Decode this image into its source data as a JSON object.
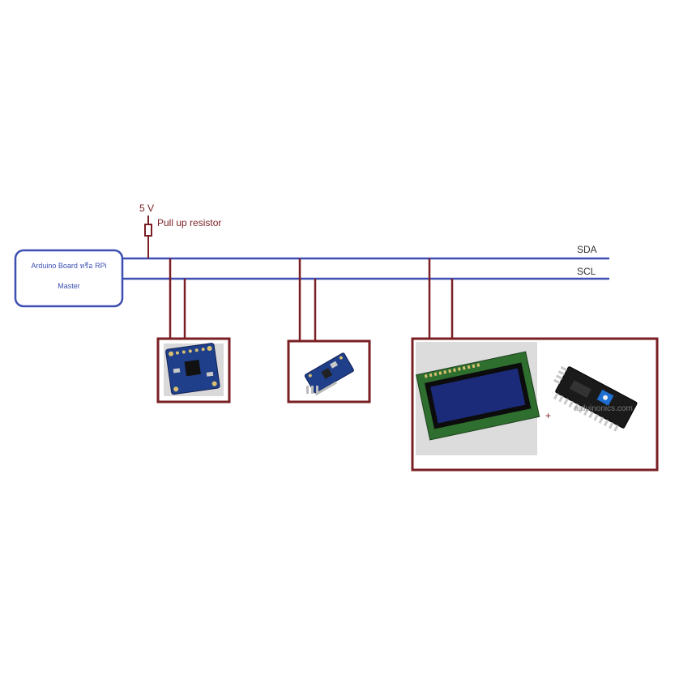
{
  "colors": {
    "bus": "#3d4fb3",
    "wire": "#7a1f24",
    "frame": "#7a1f24",
    "master_border": "#3d4fb3",
    "label": "#333333",
    "pullup_text": "#7a1f24",
    "module_pcb": "#1f3f8a",
    "lcd_screen": "#1c2a7a"
  },
  "master": {
    "line1": "Arduino Board หรือ RPi",
    "line2": "Master"
  },
  "power": {
    "voltage": "5 V",
    "resistor_label": "Pull up resistor"
  },
  "buses": {
    "sda": "SDA",
    "scl": "SCL"
  },
  "modules": [
    {
      "icon": "gyro-accelerometer-module-icon"
    },
    {
      "icon": "sensor-breakout-module-icon"
    },
    {
      "icon": "lcd-16x2-with-i2c-adapter-icon",
      "plus": "+",
      "watermark": "arduinonics.com"
    }
  ]
}
